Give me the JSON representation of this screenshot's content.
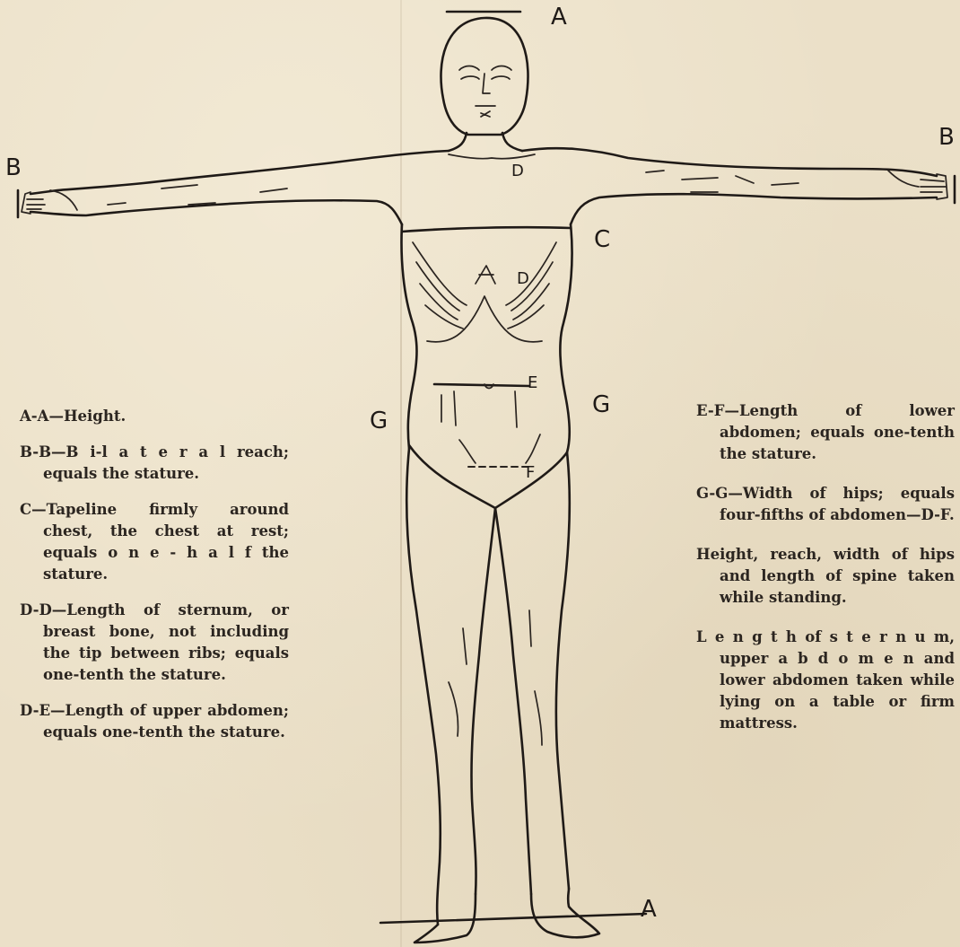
{
  "markers": {
    "a_top": "A",
    "b_left": "B",
    "b_right": "B",
    "c": "C",
    "d_shoulder": "D",
    "d_chest": "D",
    "e": "E",
    "f": "F",
    "g_left": "G",
    "g_right": "G",
    "a_bottom": "A"
  },
  "legend_left": [
    "A-A—Height.",
    "B-B—B i-l a t e r a l reach; equals the stature.",
    "C—Tapeline firmly around chest, the chest at rest; equals o n e - h a l f the stature.",
    "D-D—Length of sternum, or breast bone, not including the tip between ribs; equals one-tenth the stature.",
    "D-E—Length of upper abdomen; equals one-tenth the stature."
  ],
  "legend_right": [
    "E-F—Length of lower abdomen; equals one-tenth the stature.",
    "G-G—Width of hips; equals four-fifths of abdomen—D-F.",
    "Height, reach, width of hips and length of spine taken while standing.",
    "L e n g t h of s t e r n u m, upper a b d o m e n and lower abdomen taken while lying on a table or firm mattress."
  ]
}
